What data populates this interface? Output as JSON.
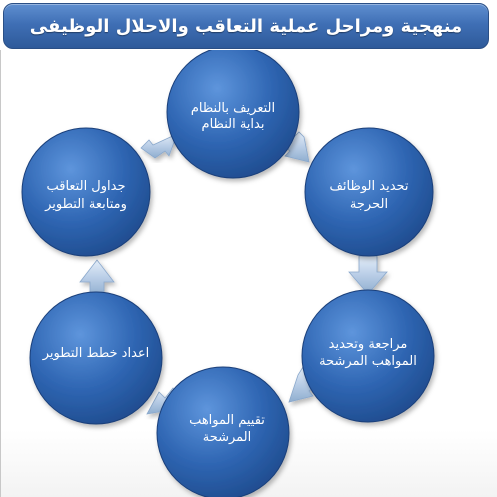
{
  "title": "منهجية ومراحل عملية التعاقب والاحلال الوظيفى",
  "nodes": [
    {
      "id": "n1",
      "line1": "التعريف بالنظام",
      "line2": "بداية النظام"
    },
    {
      "id": "n2",
      "line1": "تحديد الوظائف",
      "line2": "الحرجة"
    },
    {
      "id": "n3",
      "line1": "مراجعة وتحديد",
      "line2": "المواهب المرشحة"
    },
    {
      "id": "n4",
      "line1": "تقييم المواهب",
      "line2": "المرشحة"
    },
    {
      "id": "n5",
      "line1": "اعداد خطط التطوير",
      "line2": ""
    },
    {
      "id": "n6",
      "line1": "جداول التعاقب",
      "line2": "ومتابعة التطوير"
    }
  ],
  "colors": {
    "title_bg": "#3f6fb5",
    "node_fill": "#2b5ca6",
    "arrow_fill": "#b9cde6",
    "text": "#ffffff"
  }
}
